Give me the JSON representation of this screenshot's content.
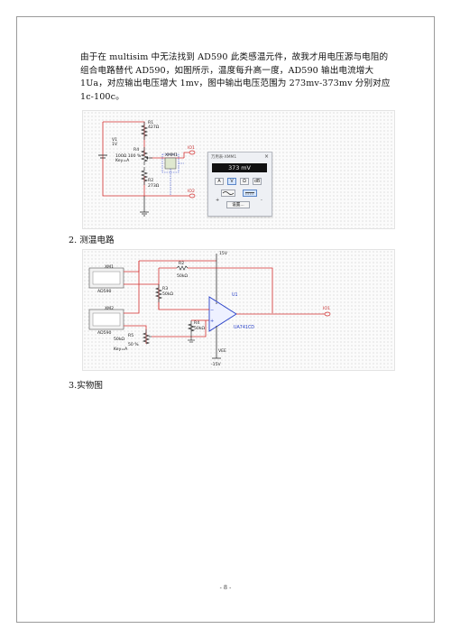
{
  "paragraph": {
    "lines": [
      "由于在 multisim 中无法找到 AD590 此类感温元件，故我才用电压源与电阻的",
      "组合电路替代 AD590，如图所示，温度每升高一度，AD590 输出电流增大",
      "1Ua，对应输出电压增大 1mv，图中输出电压范围为 273mv-373mv 分别对应",
      "1c-100c。"
    ]
  },
  "figure1": {
    "labels": {
      "r1": "R1",
      "r1_val": "427Ω",
      "v1": "V1",
      "v1_val": "1V",
      "r4": "R4",
      "r4_val": "100Ω 100 %",
      "r4_key": "Key=A",
      "r2": "R2",
      "r2_val": "273Ω",
      "xm1": "XMM1",
      "io1": "IO1",
      "io2": "IO2"
    },
    "meter": {
      "title": "万用表-XMM1",
      "close": "×",
      "reading": "373 mV",
      "buttons": [
        "A",
        "V",
        "Ω",
        "dB"
      ],
      "set_label": "设置...",
      "plus": "+",
      "minus": "-"
    }
  },
  "heading2": "2. 测温电路",
  "figure2": {
    "labels": {
      "xm1": "XM1",
      "xm1_sub": "AD590",
      "xm2": "XM2",
      "xm2_sub": "AD590",
      "v_top": "15V",
      "r2": "R2",
      "r2_val": "50kΩ",
      "r3": "R3",
      "r3_val": "50kΩ",
      "u1": "U1",
      "r4": "R4",
      "r4_val": "50kΩ",
      "r5_val": "50kΩ",
      "r5_pct": "50 %",
      "r5": "R5",
      "r5_key": "Key=A",
      "opamp": "UA741CD",
      "vee": "VEE",
      "v_bot": "-15V",
      "io1": "IO1"
    }
  },
  "heading3": "3.实物图",
  "footer": "- 8 -",
  "colors": {
    "wire_red": "#d32f2f",
    "wire_black": "#333333",
    "opamp_blue": "#2a42c8"
  }
}
